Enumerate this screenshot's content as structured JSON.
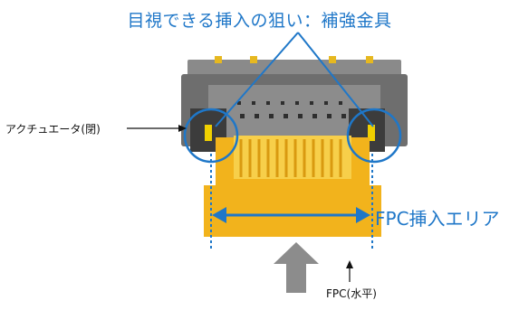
{
  "title": "目視できる挿入の狙い：補強金具",
  "actuator_label": "アクチュエータ(閉)",
  "fpc_insert_area_label": "FPC挿入エリア",
  "fpc_label": "FPC(水平)",
  "colors": {
    "accent_blue": "#1f77c8",
    "fpc_yellow": "#f2b31c",
    "fpc_yellow_light": "#f7cf4a",
    "connector_gray": "#7b7b7b",
    "arrow_gray": "#8c8c8c"
  }
}
